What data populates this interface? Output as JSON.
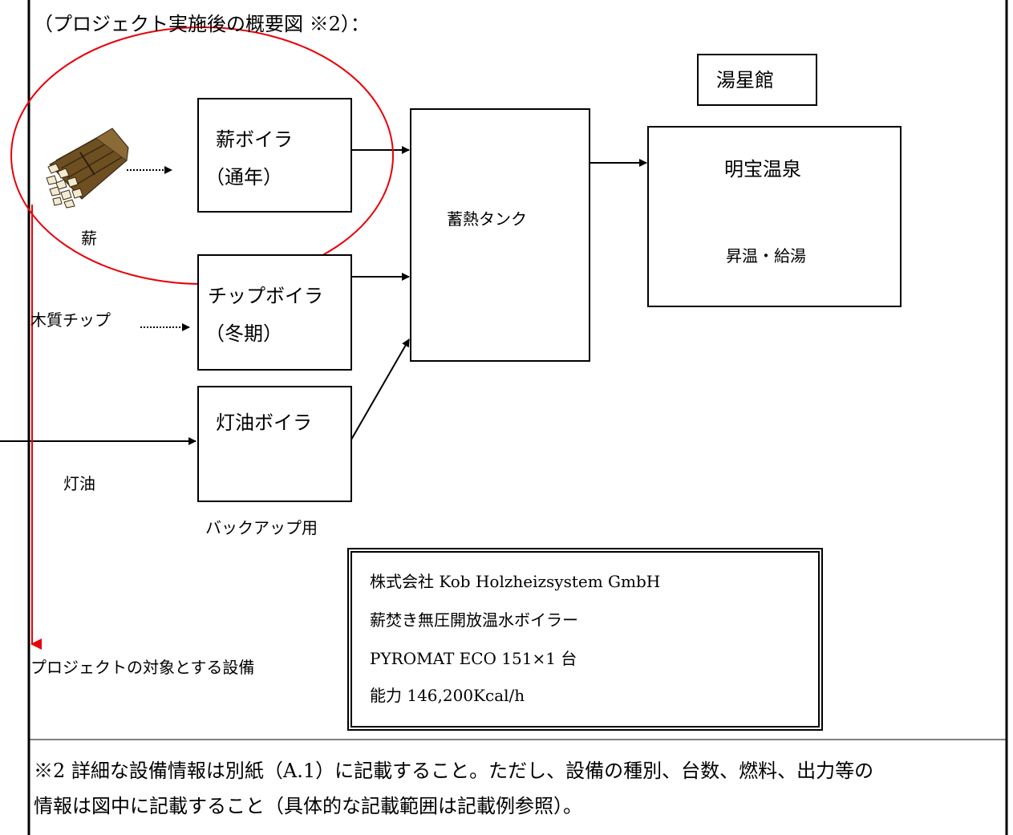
{
  "header": "（プロジェクト実施後の概要図 ※2）：",
  "building": "湯星館",
  "boilers": {
    "wood": {
      "name": "薪ボイラ",
      "period": "（通年）"
    },
    "chip": {
      "name": "チップボイラ",
      "period": "（冬期）"
    },
    "kerosene": {
      "name": "灯油ボイラ",
      "note": "バックアップ用"
    }
  },
  "fuels": {
    "wood": "薪",
    "chip": "木質チップ",
    "kerosene": "灯油"
  },
  "tank": "蓄熱タンク",
  "spa": {
    "name": "明宝温泉",
    "use": "昇温・給湯"
  },
  "project_label": "プロジェクトの対象とする設備",
  "spec": [
    "株式会社 Kob Holzheizsystem GmbH",
    "薪焚き無圧開放温水ボイラー",
    "PYROMAT ECO 151×1 台",
    "能力 146,200Kcal/h"
  ],
  "footnote": [
    "※2 詳細な設備情報は別紙（A.1）に記載すること。ただし、設備の種別、台数、燃料、出力等の",
    "情報は図中に記載すること（具体的な記載範囲は記載例参照）。"
  ],
  "colors": {
    "highlight": "#e8000b",
    "line": "#000000",
    "firewood": "#7a5a2a"
  }
}
